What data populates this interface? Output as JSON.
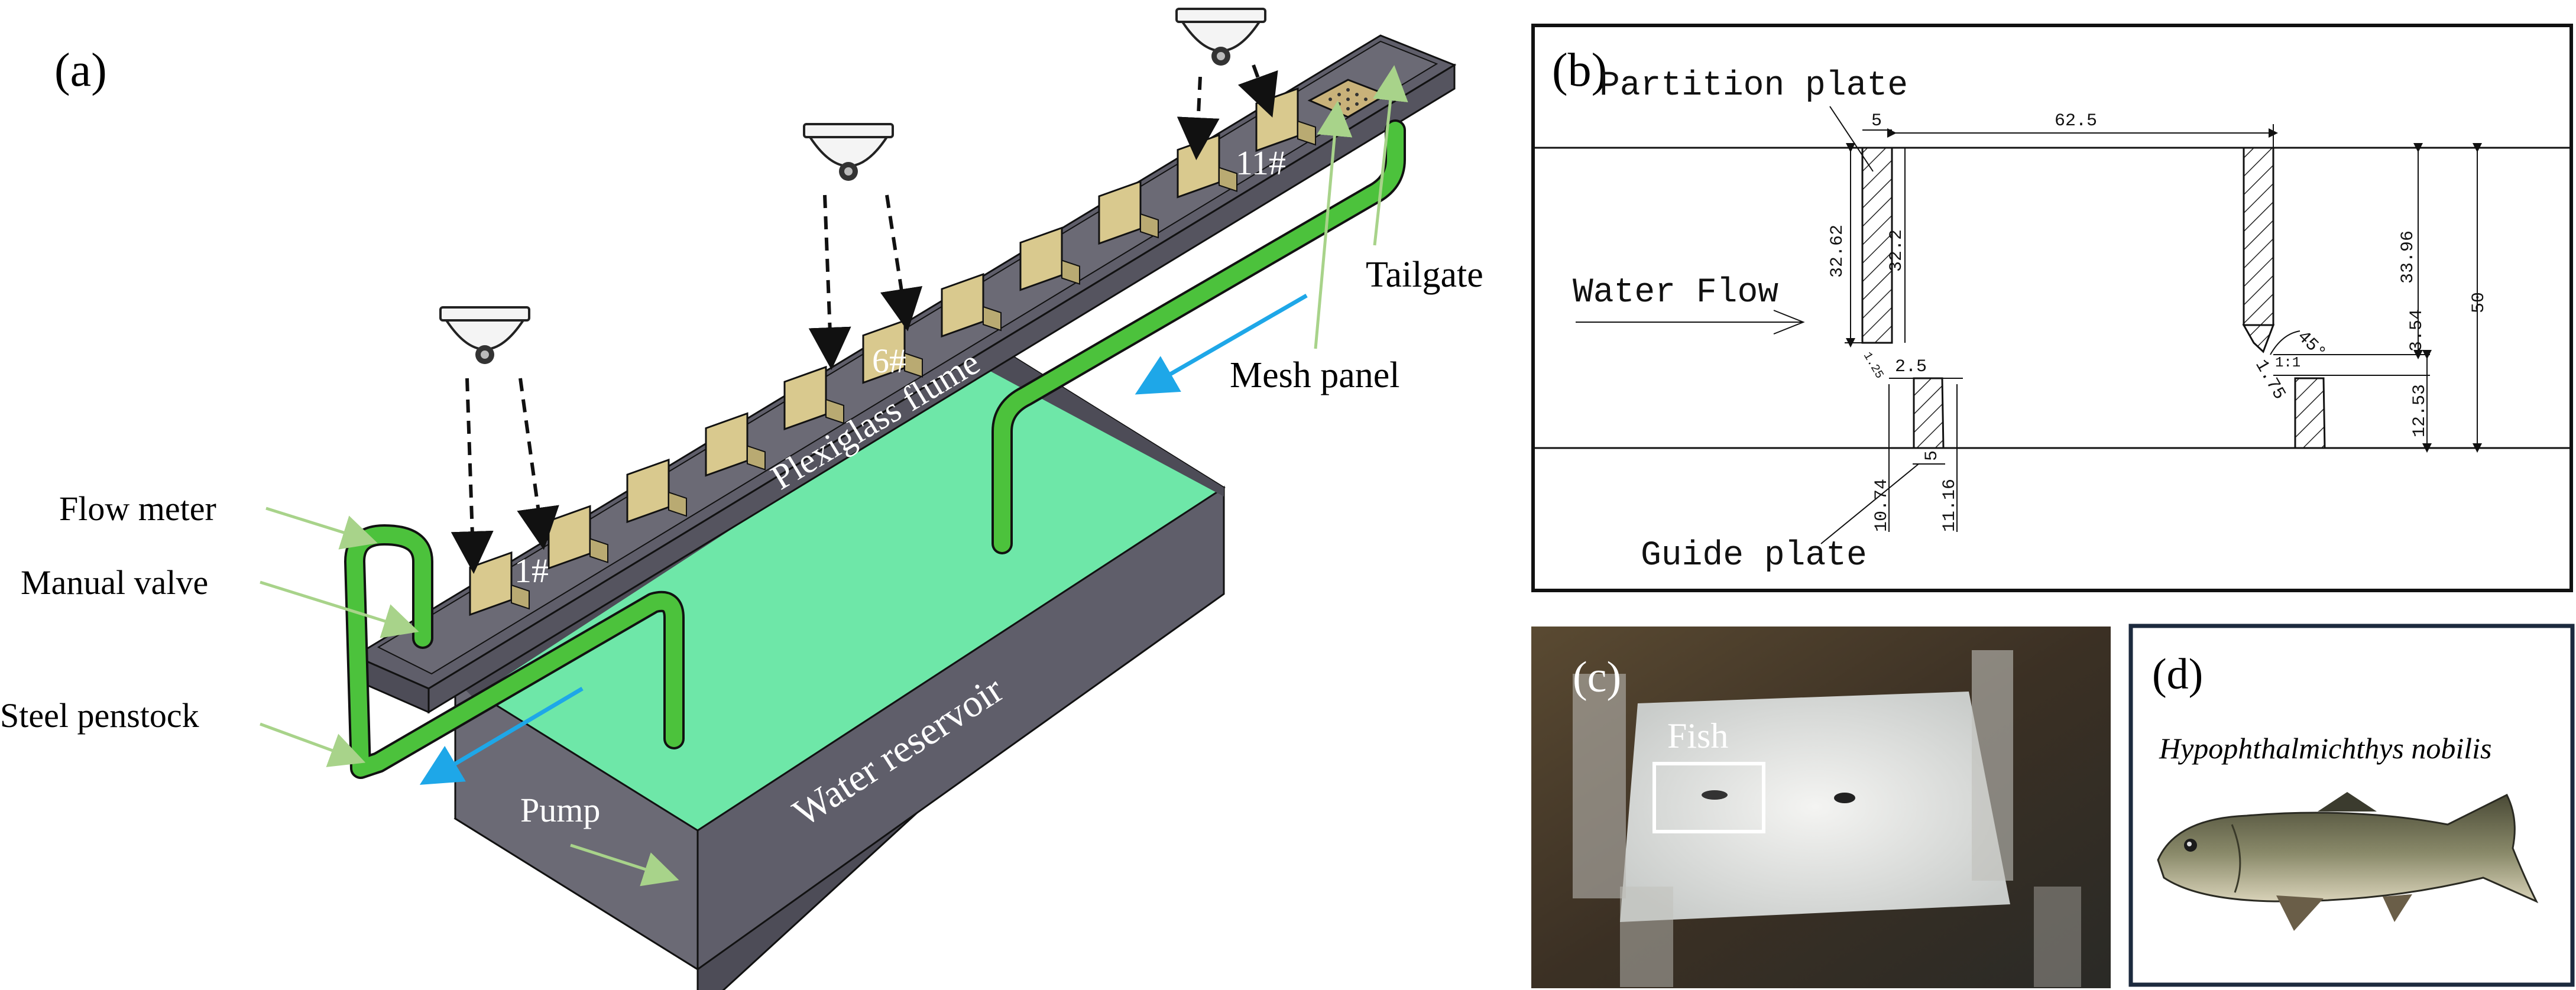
{
  "panels": {
    "a": {
      "label": "(a)",
      "labels": {
        "flow_meter": "Flow meter",
        "manual_valve": "Manual valve",
        "steel_penstock": "Steel penstock",
        "pump": "Pump",
        "water_reservoir": "Water reservoir",
        "plexiglass_flume": "Plexiglass flume",
        "mesh_panel": "Mesh panel",
        "tailgate": "Tailgate",
        "pool_1": "1#",
        "pool_6": "6#",
        "pool_11": "11#"
      },
      "colors": {
        "flume": "#5f5e6a",
        "reservoir": "#5f5e6a",
        "water": "#6ee7a8",
        "pipe": "#4cc23c",
        "baffle": "#d9c98e",
        "arrow_green": "#a8d38a",
        "arrow_blue": "#1ea7e8"
      }
    },
    "b": {
      "label": "(b)",
      "labels": {
        "partition_plate": "Partition plate",
        "water_flow": "Water Flow",
        "guide_plate": "Guide plate"
      },
      "dimensions": {
        "d_5_top": "5",
        "d_62_5": "62.5",
        "d_32_62": "32.62",
        "d_32_2": "32.2",
        "d_33_96": "33.96",
        "d_50": "50",
        "d_45": "45°",
        "d_1_1": "1:1",
        "d_2_5": "2.5",
        "d_5_bottom": "5",
        "d_10_74": "10.74",
        "d_11_16": "11.16",
        "d_12_53": "12.53",
        "d_3_54": "3.54",
        "d_1_75": "1.75",
        "d_small": "1.25"
      }
    },
    "c": {
      "label": "(c)",
      "fish_label": "Fish"
    },
    "d": {
      "label": "(d)",
      "species": "Hypophthalmichthys nobilis"
    }
  }
}
